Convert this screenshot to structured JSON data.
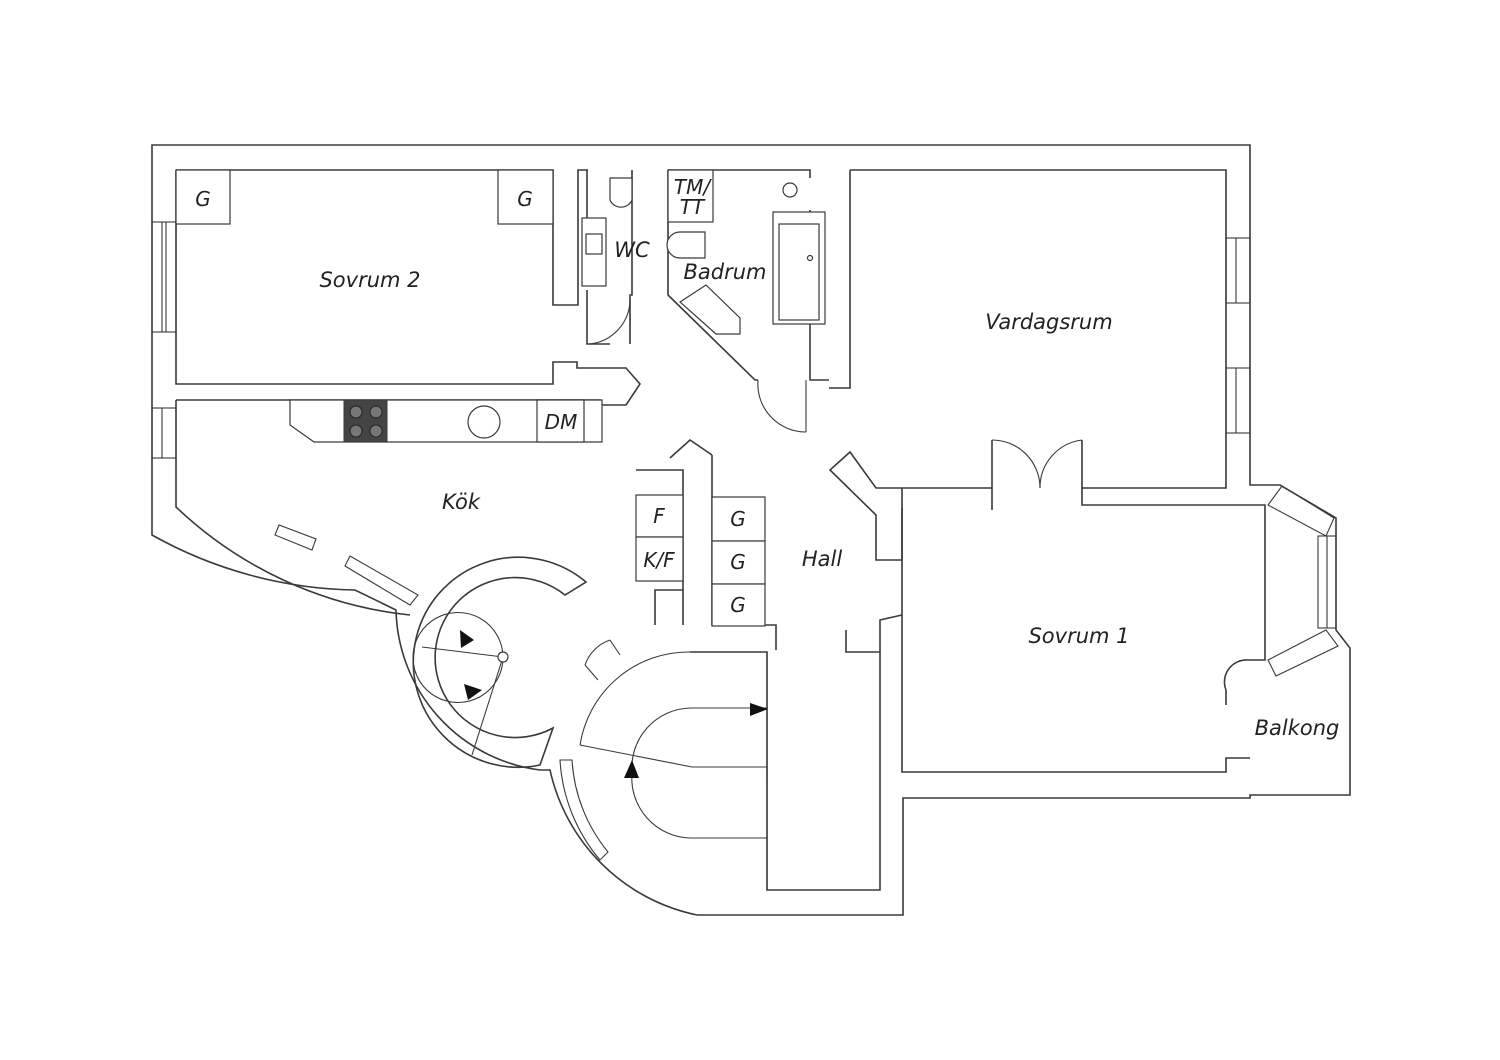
{
  "floorplan": {
    "rooms": {
      "sovrum2": "Sovrum 2",
      "wc": "WC",
      "badrum": "Badrum",
      "vardagsrum": "Vardagsrum",
      "kok": "Kök",
      "hall": "Hall",
      "sovrum1": "Sovrum 1",
      "balkong": "Balkong"
    },
    "fixtures": {
      "g_sovrum2_left": "G",
      "g_sovrum2_right": "G",
      "tm_tt_line1": "TM/",
      "tm_tt_line2": "TT",
      "dm": "DM",
      "f": "F",
      "kf": "K/F",
      "g_hall_1": "G",
      "g_hall_2": "G",
      "g_hall_3": "G"
    }
  },
  "colors": {
    "wall": "#3a3a3a",
    "label": "#222222",
    "stove": "#444444"
  }
}
